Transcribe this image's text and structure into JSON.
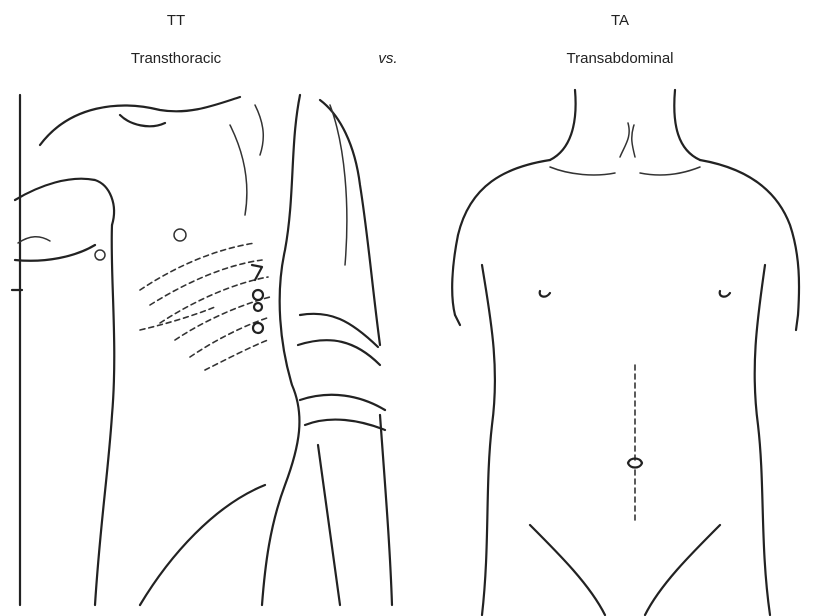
{
  "left_panel": {
    "abbreviation": "TT",
    "name": "Transthoracic"
  },
  "separator": "vs.",
  "right_panel": {
    "abbreviation": "TA",
    "name": "Transabdominal"
  }
}
